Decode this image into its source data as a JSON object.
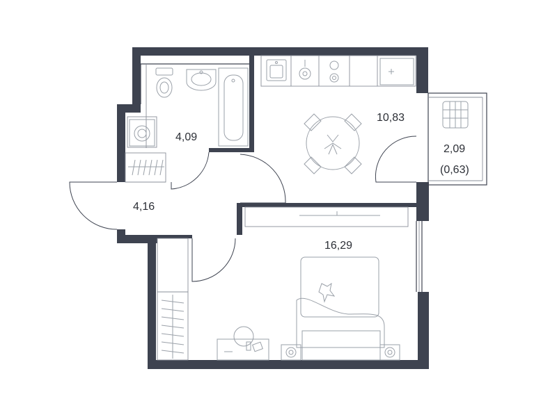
{
  "rooms": {
    "bathroom": {
      "area": "4,09"
    },
    "kitchen": {
      "area": "10,83"
    },
    "hallway": {
      "area": "4,16"
    },
    "living": {
      "area": "16,29"
    },
    "balcony": {
      "area": "2,09",
      "reduced_area": "(0,63)"
    }
  },
  "colors": {
    "wall": "#3e4350",
    "fixture": "#9aa0a8",
    "text": "#2c2f36"
  }
}
